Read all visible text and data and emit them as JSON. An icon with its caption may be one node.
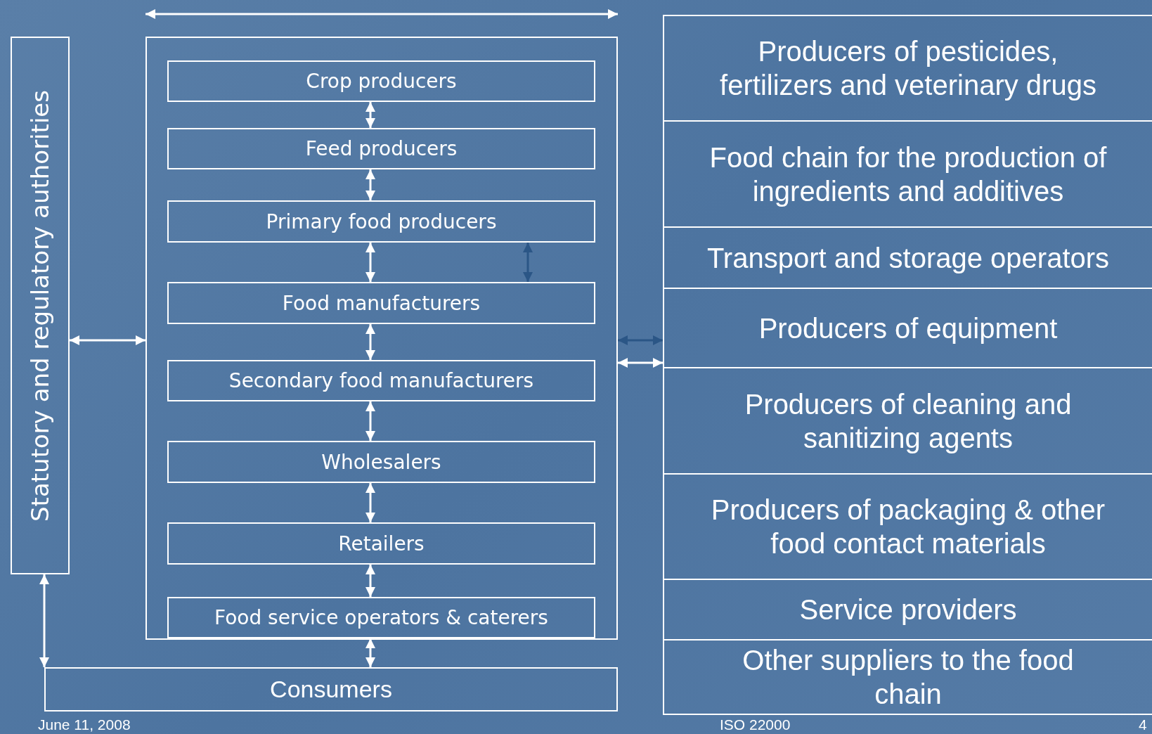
{
  "diagram": {
    "nodes": [
      {
        "text": [
          "Statutory and regulatory authorities"
        ]
      },
      {
        "text": [],
        "shape": "box"
      },
      {
        "text": [
          "Crop producers"
        ],
        "in": 1
      },
      {
        "text": [
          "Feed producers"
        ],
        "in": 1
      },
      {
        "text": [
          "Primary food producers"
        ],
        "in": 1
      },
      {
        "text": [
          "Food manufacturers"
        ],
        "in": 1
      },
      {
        "text": [
          "Secondary food manufacturers"
        ],
        "in": 1
      },
      {
        "text": [
          "Wholesalers"
        ],
        "in": 1
      },
      {
        "text": [
          "Retailers"
        ],
        "in": 1
      },
      {
        "text": [
          "Food service operators & caterers"
        ],
        "in": 1
      },
      {
        "text": [
          "Consumers"
        ]
      },
      {
        "text": [
          "Producers of pesticides, fertilizers and veterinary drugs"
        ]
      },
      {
        "text": [
          "Food chain for the production of ingredients and additives"
        ]
      },
      {
        "text": [
          "Transport and storage operators"
        ]
      },
      {
        "text": [
          "Producers of equipment"
        ]
      },
      {
        "text": [
          "Producers of cleaning and sanitizing agents"
        ]
      },
      {
        "text": [
          "Producers of packaging & other food contact materials"
        ]
      },
      {
        "text": [
          "Service providers"
        ]
      },
      {
        "text": [
          "Other suppliers to the food chain"
        ]
      }
    ],
    "edges": [
      {
        "from": 2,
        "to": 3,
        "arrow": "both"
      },
      {
        "from": 3,
        "to": 4,
        "arrow": "both"
      },
      {
        "from": 4,
        "to": 5,
        "arrow": "both"
      },
      {
        "from": 5,
        "to": 6,
        "arrow": "both"
      },
      {
        "from": 6,
        "to": 7,
        "arrow": "both"
      },
      {
        "from": 7,
        "to": 8,
        "arrow": "both"
      },
      {
        "from": 8,
        "to": 9,
        "arrow": "both"
      },
      {
        "from": 9,
        "to": 10,
        "arrow": "both"
      },
      {
        "from": 4,
        "to": 5,
        "arrow": "both",
        "color": "#2b5686"
      },
      {
        "from": 0,
        "to": 1,
        "arrow": "both"
      },
      {
        "from": 0,
        "to": 10,
        "arrow": "both"
      },
      {
        "from": 1,
        "to": 14,
        "arrow": "both",
        "color": "#2b5686"
      },
      {
        "from": 1,
        "to": 14,
        "arrow": "both"
      }
    ],
    "labels": [
      "June 11, 2008",
      "ISO 22000",
      "4"
    ]
  }
}
